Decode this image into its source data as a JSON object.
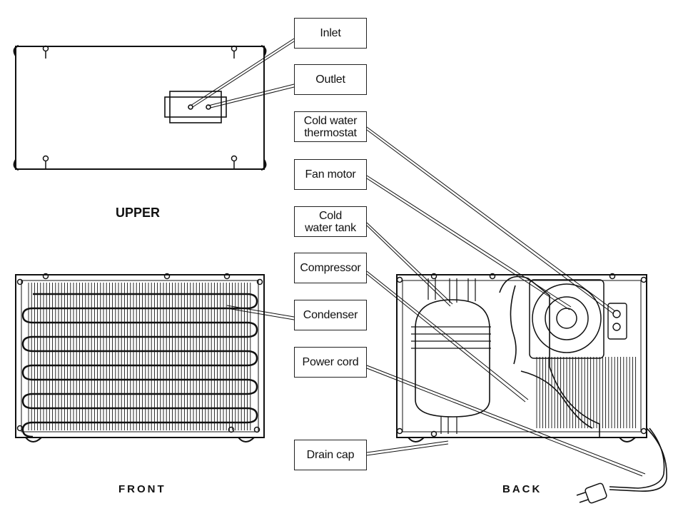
{
  "callouts": {
    "inlet": "Inlet",
    "outlet": "Outlet",
    "cold_water_thermostat": "Cold water\nthermostat",
    "fan_motor": "Fan motor",
    "cold_water_tank": "Cold\nwater tank",
    "compressor": "Compressor",
    "condenser": "Condenser",
    "power_cord": "Power cord",
    "drain_cap": "Drain cap"
  },
  "views": {
    "upper": "UPPER",
    "front": "FRONT",
    "back": "BACK"
  },
  "colors": {
    "line": "#111111",
    "background": "#ffffff"
  }
}
